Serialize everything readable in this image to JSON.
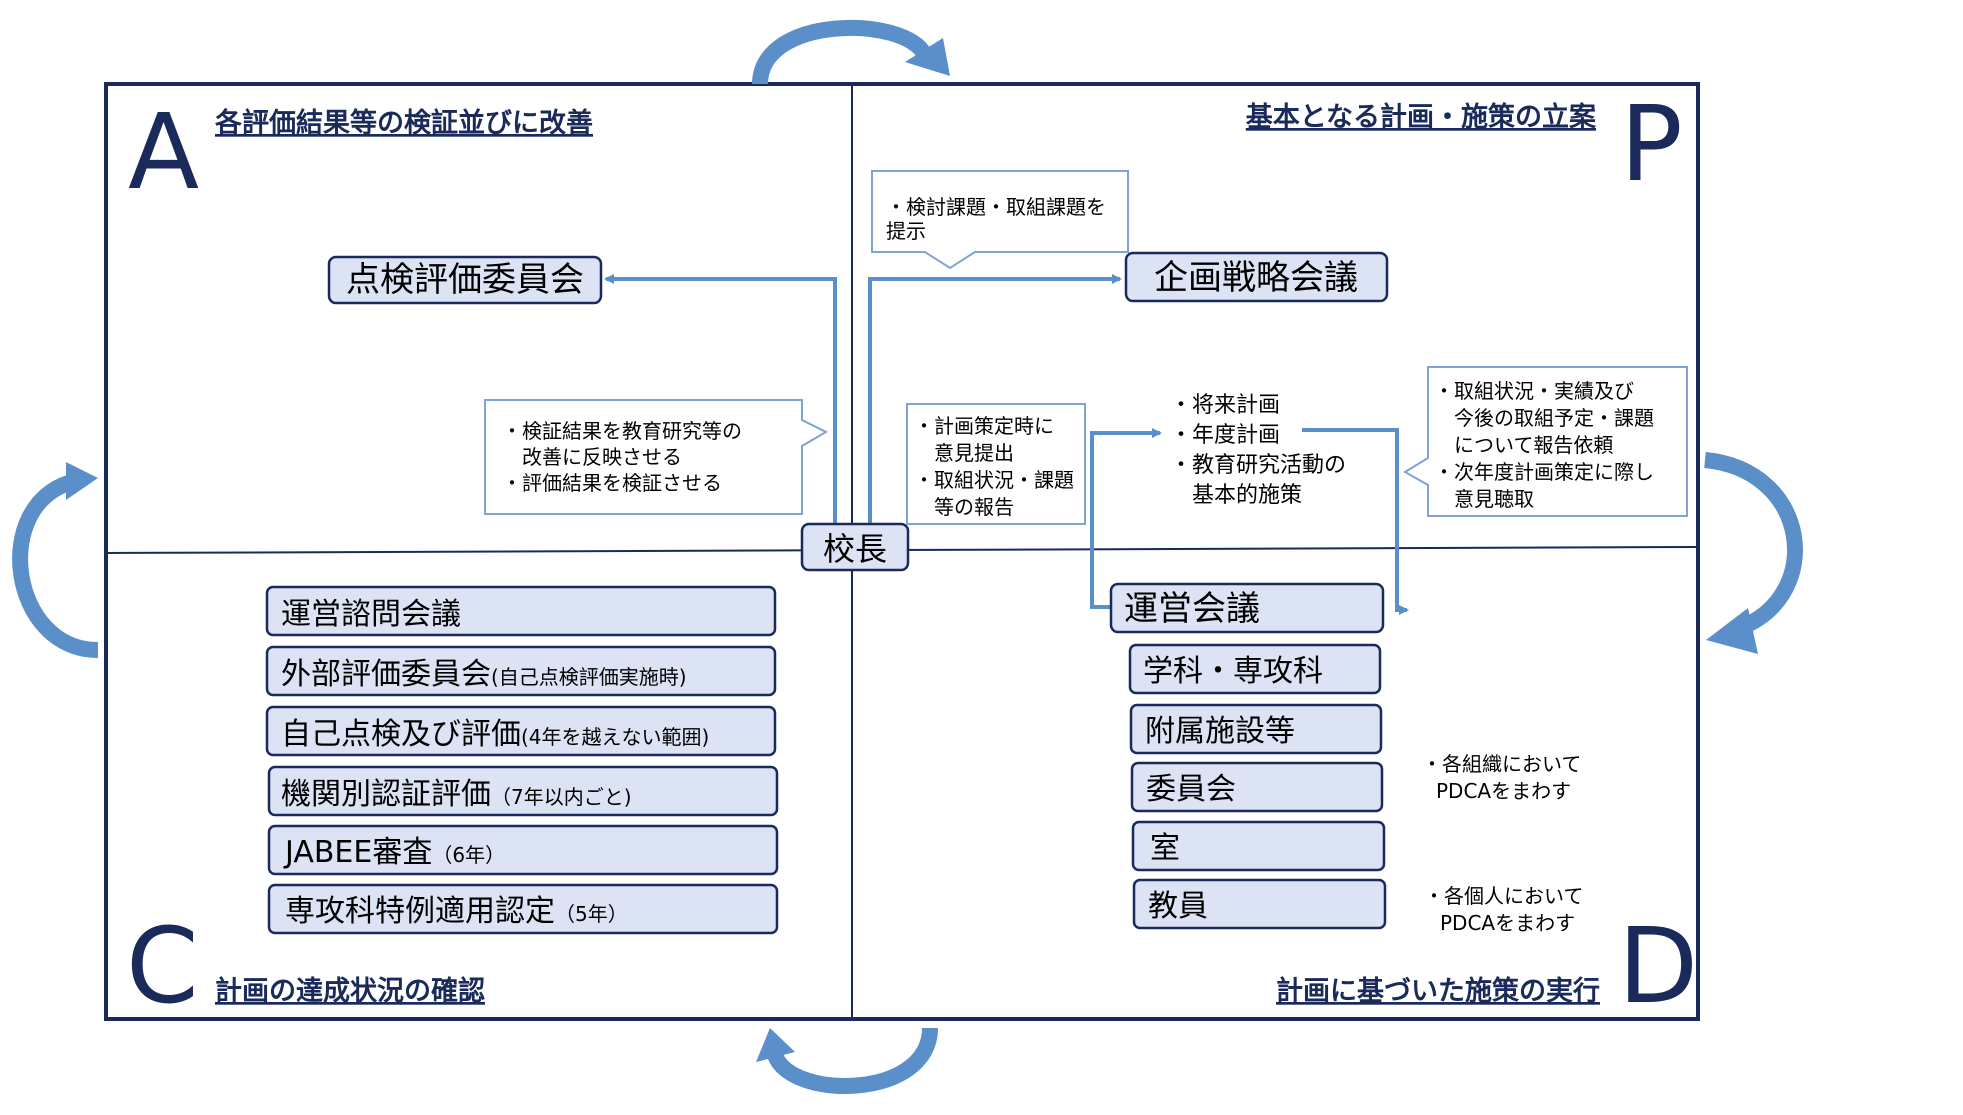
{
  "colors": {
    "frame": "#1a2a5a",
    "arrow": "#5b8fc9",
    "box_fill": "#dbe3f4",
    "box_stroke": "#1a2a5a",
    "heading": "#1a2a5a",
    "callout_stroke": "#7ea3d6"
  },
  "quadrants": {
    "a": {
      "letter": "A",
      "heading": "各評価結果等の検証並びに改善"
    },
    "p": {
      "letter": "P",
      "heading": "基本となる計画・施策の立案"
    },
    "c": {
      "letter": "C",
      "heading": "計画の達成状況の確認"
    },
    "d": {
      "letter": "D",
      "heading": "計画に基づいた施策の実行"
    }
  },
  "center": {
    "label": "校長"
  },
  "boxes": {
    "tenken": "点検評価委員会",
    "kikaku": "企画戦略会議",
    "unei": "運営会議"
  },
  "plans": [
    "・将来計画",
    "・年度計画",
    "・教育研究活動の",
    "　基本的施策"
  ],
  "callouts": {
    "kento": [
      "・検討課題・取組課題を",
      "提示"
    ],
    "kensho": [
      "・検証結果を教育研究等の",
      "　改善に反映させる",
      "・評価結果を検証させる"
    ],
    "keikaku": [
      "・計画策定時に",
      "　意見提出",
      "・取組状況・課題",
      "　等の報告"
    ],
    "torikumi": [
      "・取組状況・実績及び",
      "　今後の取組予定・課題",
      "　について報告依頼",
      "・次年度計画策定に際し",
      "　意見聴取"
    ]
  },
  "check_items": [
    {
      "main": "運営諮問会議",
      "sub": ""
    },
    {
      "main": "外部評価委員会",
      "sub": "(自己点検評価実施時)"
    },
    {
      "main": "自己点検及び評価",
      "sub": "(4年を越えない範囲)"
    },
    {
      "main": "機関別認証評価",
      "sub": "（7年以内ごと)"
    },
    {
      "main": "JABEE審査",
      "sub": "（6年）"
    },
    {
      "main": "専攻科特例適用認定",
      "sub": "（5年）"
    }
  ],
  "do_items": [
    "学科・専攻科",
    "附属施設等",
    "委員会",
    "室",
    "教員"
  ],
  "notes": {
    "org": [
      "・各組織において",
      "PDCAをまわす"
    ],
    "indiv": [
      "・各個人において",
      "PDCAをまわす"
    ]
  }
}
